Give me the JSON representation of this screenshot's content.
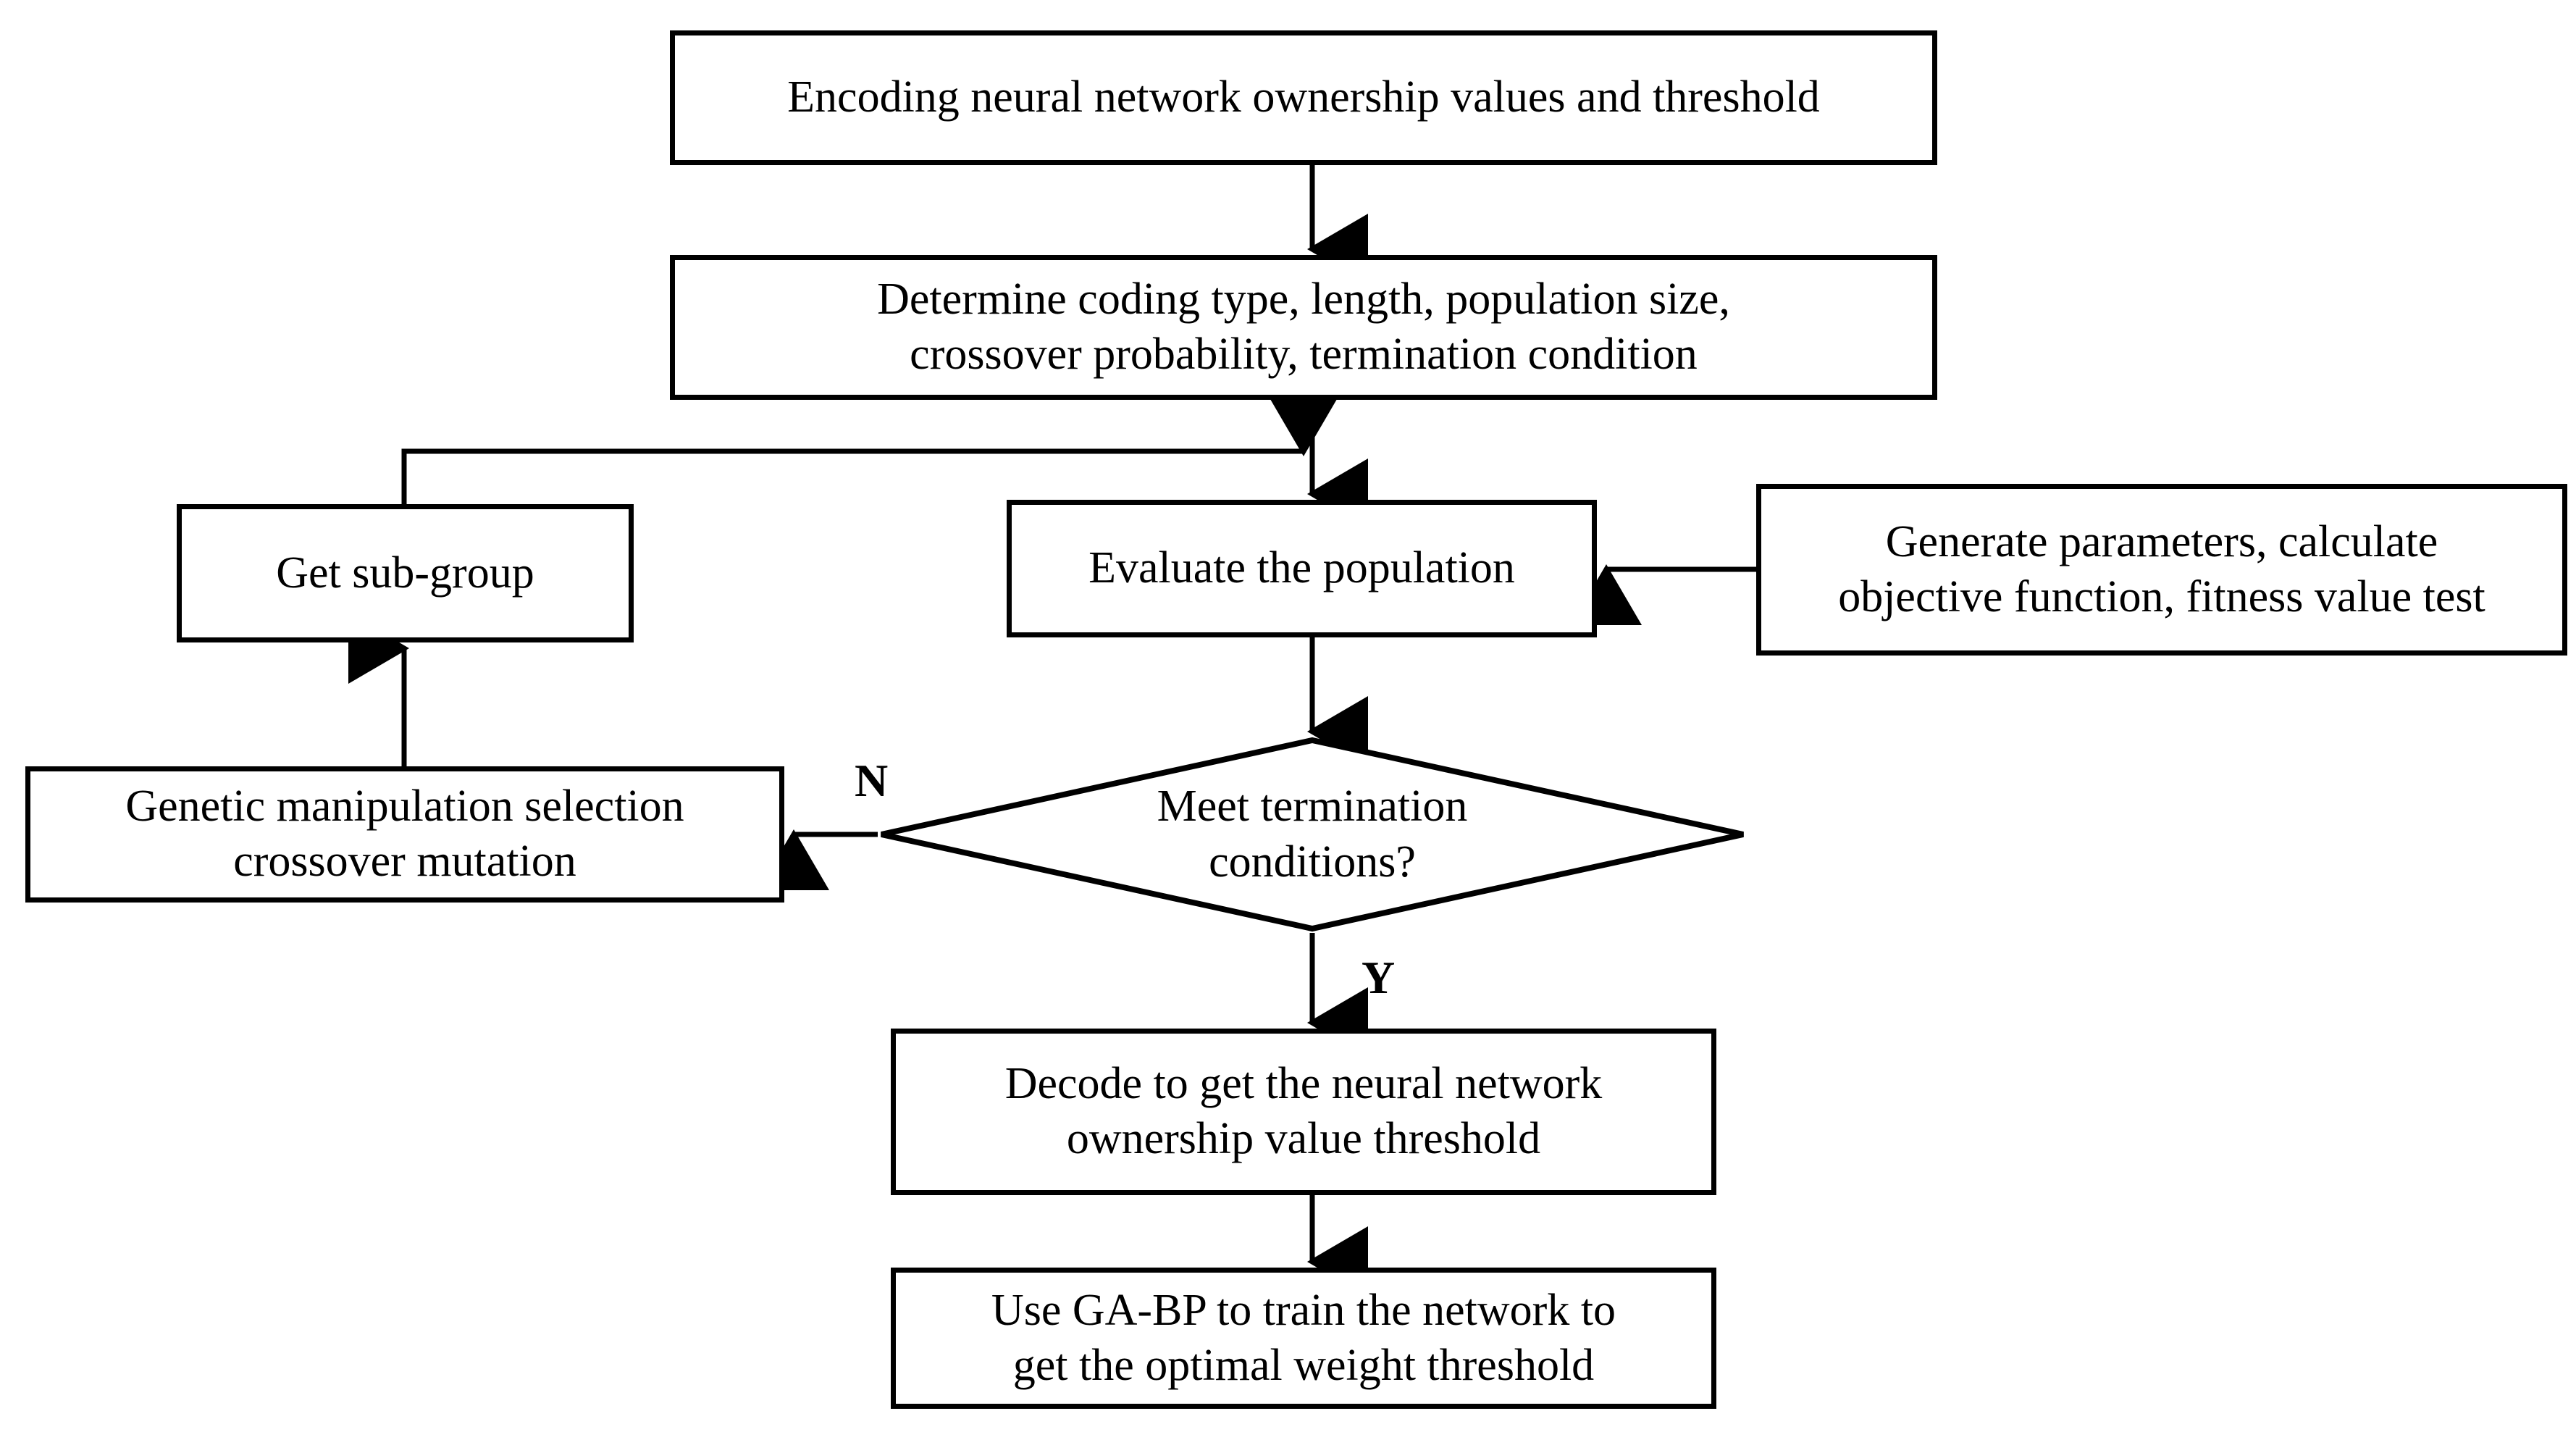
{
  "diagram": {
    "title": "GA-BP neural network optimization flowchart",
    "type": "flowchart",
    "background_color": "#ffffff",
    "line_color": "#000000",
    "text_color": "#000000",
    "nodes": {
      "encoding": {
        "shape": "process",
        "text": "Encoding neural network ownership values and threshold"
      },
      "determine": {
        "shape": "process",
        "text": "Determine coding type, length, population size,\ncrossover probability, termination condition"
      },
      "sub_group": {
        "shape": "process",
        "text": "Get sub-group"
      },
      "evaluate": {
        "shape": "process",
        "text": "Evaluate the population"
      },
      "generate": {
        "shape": "process",
        "text": "Generate parameters, calculate\nobjective function, fitness value test"
      },
      "decision": {
        "shape": "decision",
        "text": "Meet termination\nconditions?"
      },
      "genetic": {
        "shape": "process",
        "text": "Genetic manipulation selection\ncrossover mutation"
      },
      "decode": {
        "shape": "process",
        "text": "Decode to get the neural network\nownership value threshold"
      },
      "train": {
        "shape": "process",
        "text": "Use GA-BP to train the network to\nget the optimal weight threshold"
      }
    },
    "edge_labels": {
      "no_branch": "N",
      "yes_branch": "Y"
    },
    "edges": [
      {
        "from": "encoding",
        "to": "determine",
        "label": ""
      },
      {
        "from": "determine",
        "to": "evaluate",
        "label": ""
      },
      {
        "from": "generate",
        "to": "evaluate",
        "label": ""
      },
      {
        "from": "evaluate",
        "to": "decision",
        "label": ""
      },
      {
        "from": "decision",
        "to": "genetic",
        "label": "N"
      },
      {
        "from": "genetic",
        "to": "sub_group",
        "label": ""
      },
      {
        "from": "sub_group",
        "to": "evaluate",
        "label": ""
      },
      {
        "from": "decision",
        "to": "decode",
        "label": "Y"
      },
      {
        "from": "decode",
        "to": "train",
        "label": ""
      }
    ]
  }
}
